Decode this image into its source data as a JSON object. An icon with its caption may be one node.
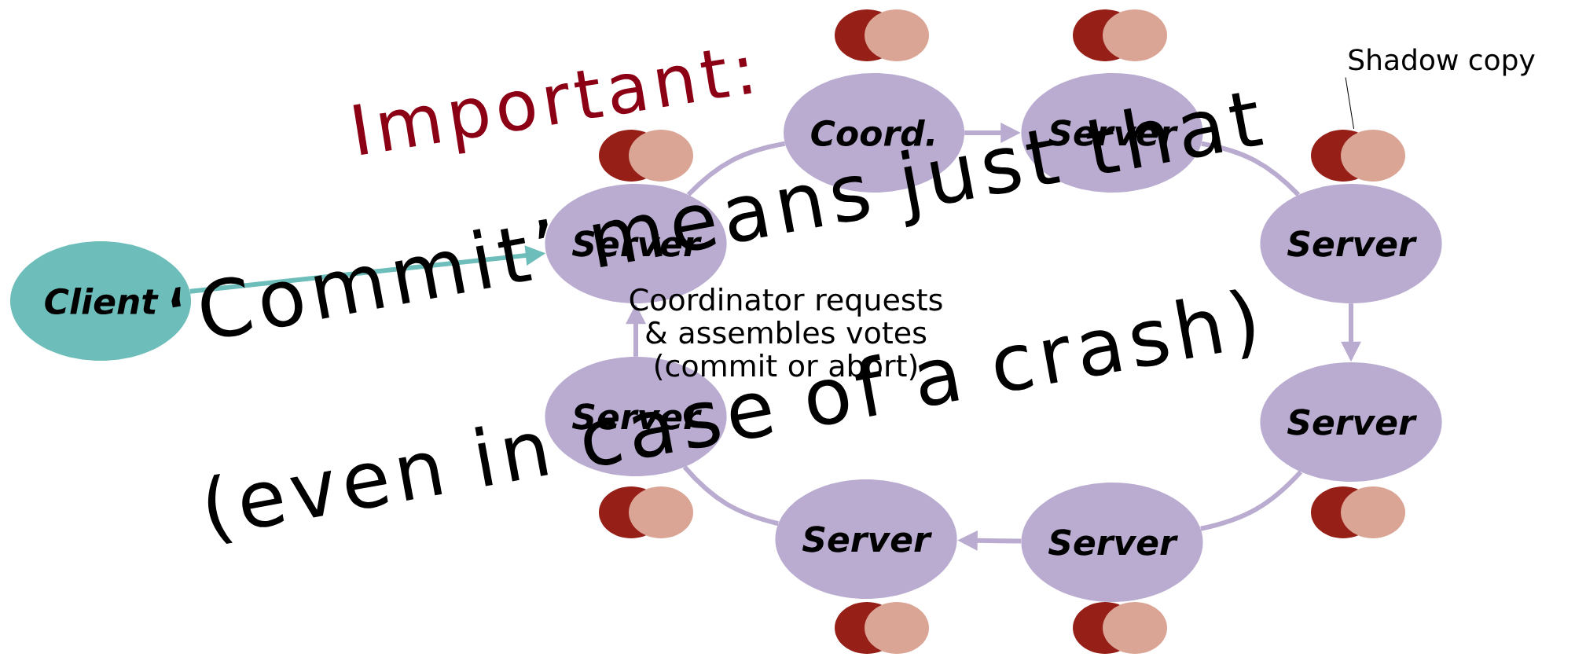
{
  "diagram": {
    "nodes": [
      {
        "text": [
          "Client"
        ]
      },
      {
        "text": [
          "Coord."
        ]
      },
      {
        "text": [
          "Server"
        ]
      },
      {
        "text": [
          "Server"
        ]
      },
      {
        "text": [
          "Server"
        ]
      },
      {
        "text": [
          "Server"
        ]
      },
      {
        "text": [
          "Server"
        ]
      },
      {
        "text": [
          "Server"
        ]
      },
      {
        "text": [
          "Server"
        ]
      },
      {
        "text": [
          "Shadow copy"
        ]
      },
      {
        "text": [],
        "shape": "circle"
      },
      {
        "text": [],
        "shape": "circle"
      },
      {
        "text": [],
        "shape": "circle"
      },
      {
        "text": [],
        "shape": "circle"
      },
      {
        "text": [],
        "shape": "circle"
      },
      {
        "text": [],
        "shape": "circle"
      },
      {
        "text": [],
        "shape": "circle"
      },
      {
        "text": [],
        "shape": "circle"
      }
    ],
    "edges": [
      {
        "from": 0,
        "to": 8,
        "arrow": "to",
        "color": "#6dbdba"
      },
      {
        "from": 8,
        "to": 1,
        "arrow": "none"
      },
      {
        "from": 1,
        "to": 2,
        "arrow": "to"
      },
      {
        "from": 2,
        "to": 3,
        "arrow": "none"
      },
      {
        "from": 3,
        "to": 4,
        "arrow": "to"
      },
      {
        "from": 4,
        "to": 5,
        "arrow": "none"
      },
      {
        "from": 5,
        "to": 6,
        "arrow": "to"
      },
      {
        "from": 6,
        "to": 7,
        "arrow": "none"
      },
      {
        "from": 7,
        "to": 8,
        "arrow": "to"
      },
      {
        "from": 9,
        "to": 16,
        "arrow": "none",
        "color": "#000000"
      }
    ],
    "labels": [
      "Coordinator requests & assembles votes (commit or abort)",
      "Important:",
      "‘Commit’ means just that",
      "(even in case of a crash)"
    ]
  }
}
